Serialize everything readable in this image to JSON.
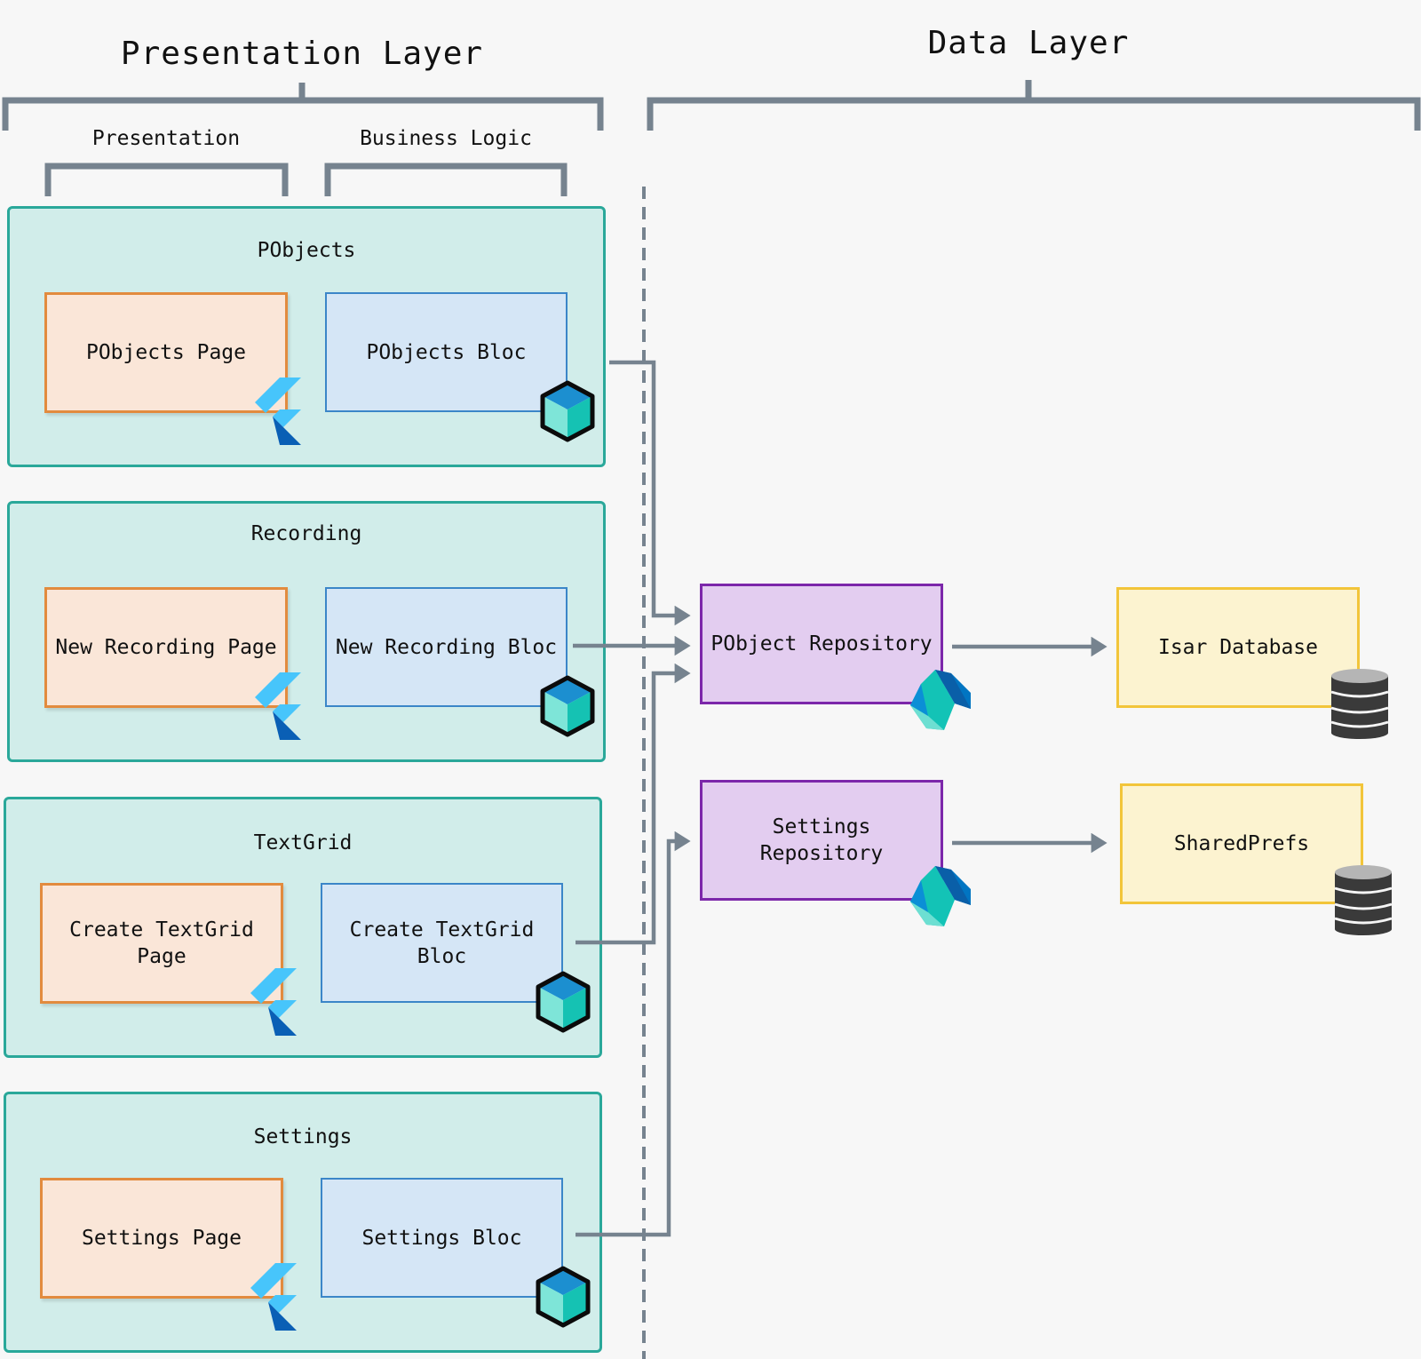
{
  "headers": {
    "presentation_layer": "Presentation Layer",
    "data_layer": "Data Layer",
    "presentation": "Presentation",
    "business_logic": "Business Logic"
  },
  "features": [
    {
      "title": "PObjects",
      "page": "PObjects Page",
      "bloc": "PObjects Bloc"
    },
    {
      "title": "Recording",
      "page": "New Recording Page",
      "bloc": "New Recording Bloc"
    },
    {
      "title": "TextGrid",
      "page": "Create TextGrid Page",
      "bloc": "Create TextGrid Bloc"
    },
    {
      "title": "Settings",
      "page": "Settings Page",
      "bloc": "Settings Bloc"
    }
  ],
  "repositories": [
    {
      "label": "PObject Repository"
    },
    {
      "label": "Settings Repository"
    }
  ],
  "storage": [
    {
      "label": "Isar Database"
    },
    {
      "label": "SharedPrefs"
    }
  ],
  "icons": {
    "page": "flutter-icon",
    "bloc": "bloc-cube-icon",
    "repository": "dart-icon",
    "storage": "database-icon"
  },
  "colors": {
    "feature_fill": "#d1edea",
    "feature_border": "#2aa89a",
    "page_fill": "#fae6d8",
    "page_border": "#e28b3e",
    "bloc_fill": "#d5e6f6",
    "bloc_border": "#3b86c8",
    "repo_fill": "#e3cdf0",
    "repo_border": "#7c27aa",
    "store_fill": "#fcf3d0",
    "store_border": "#f2c53a",
    "connector": "#76838f"
  }
}
